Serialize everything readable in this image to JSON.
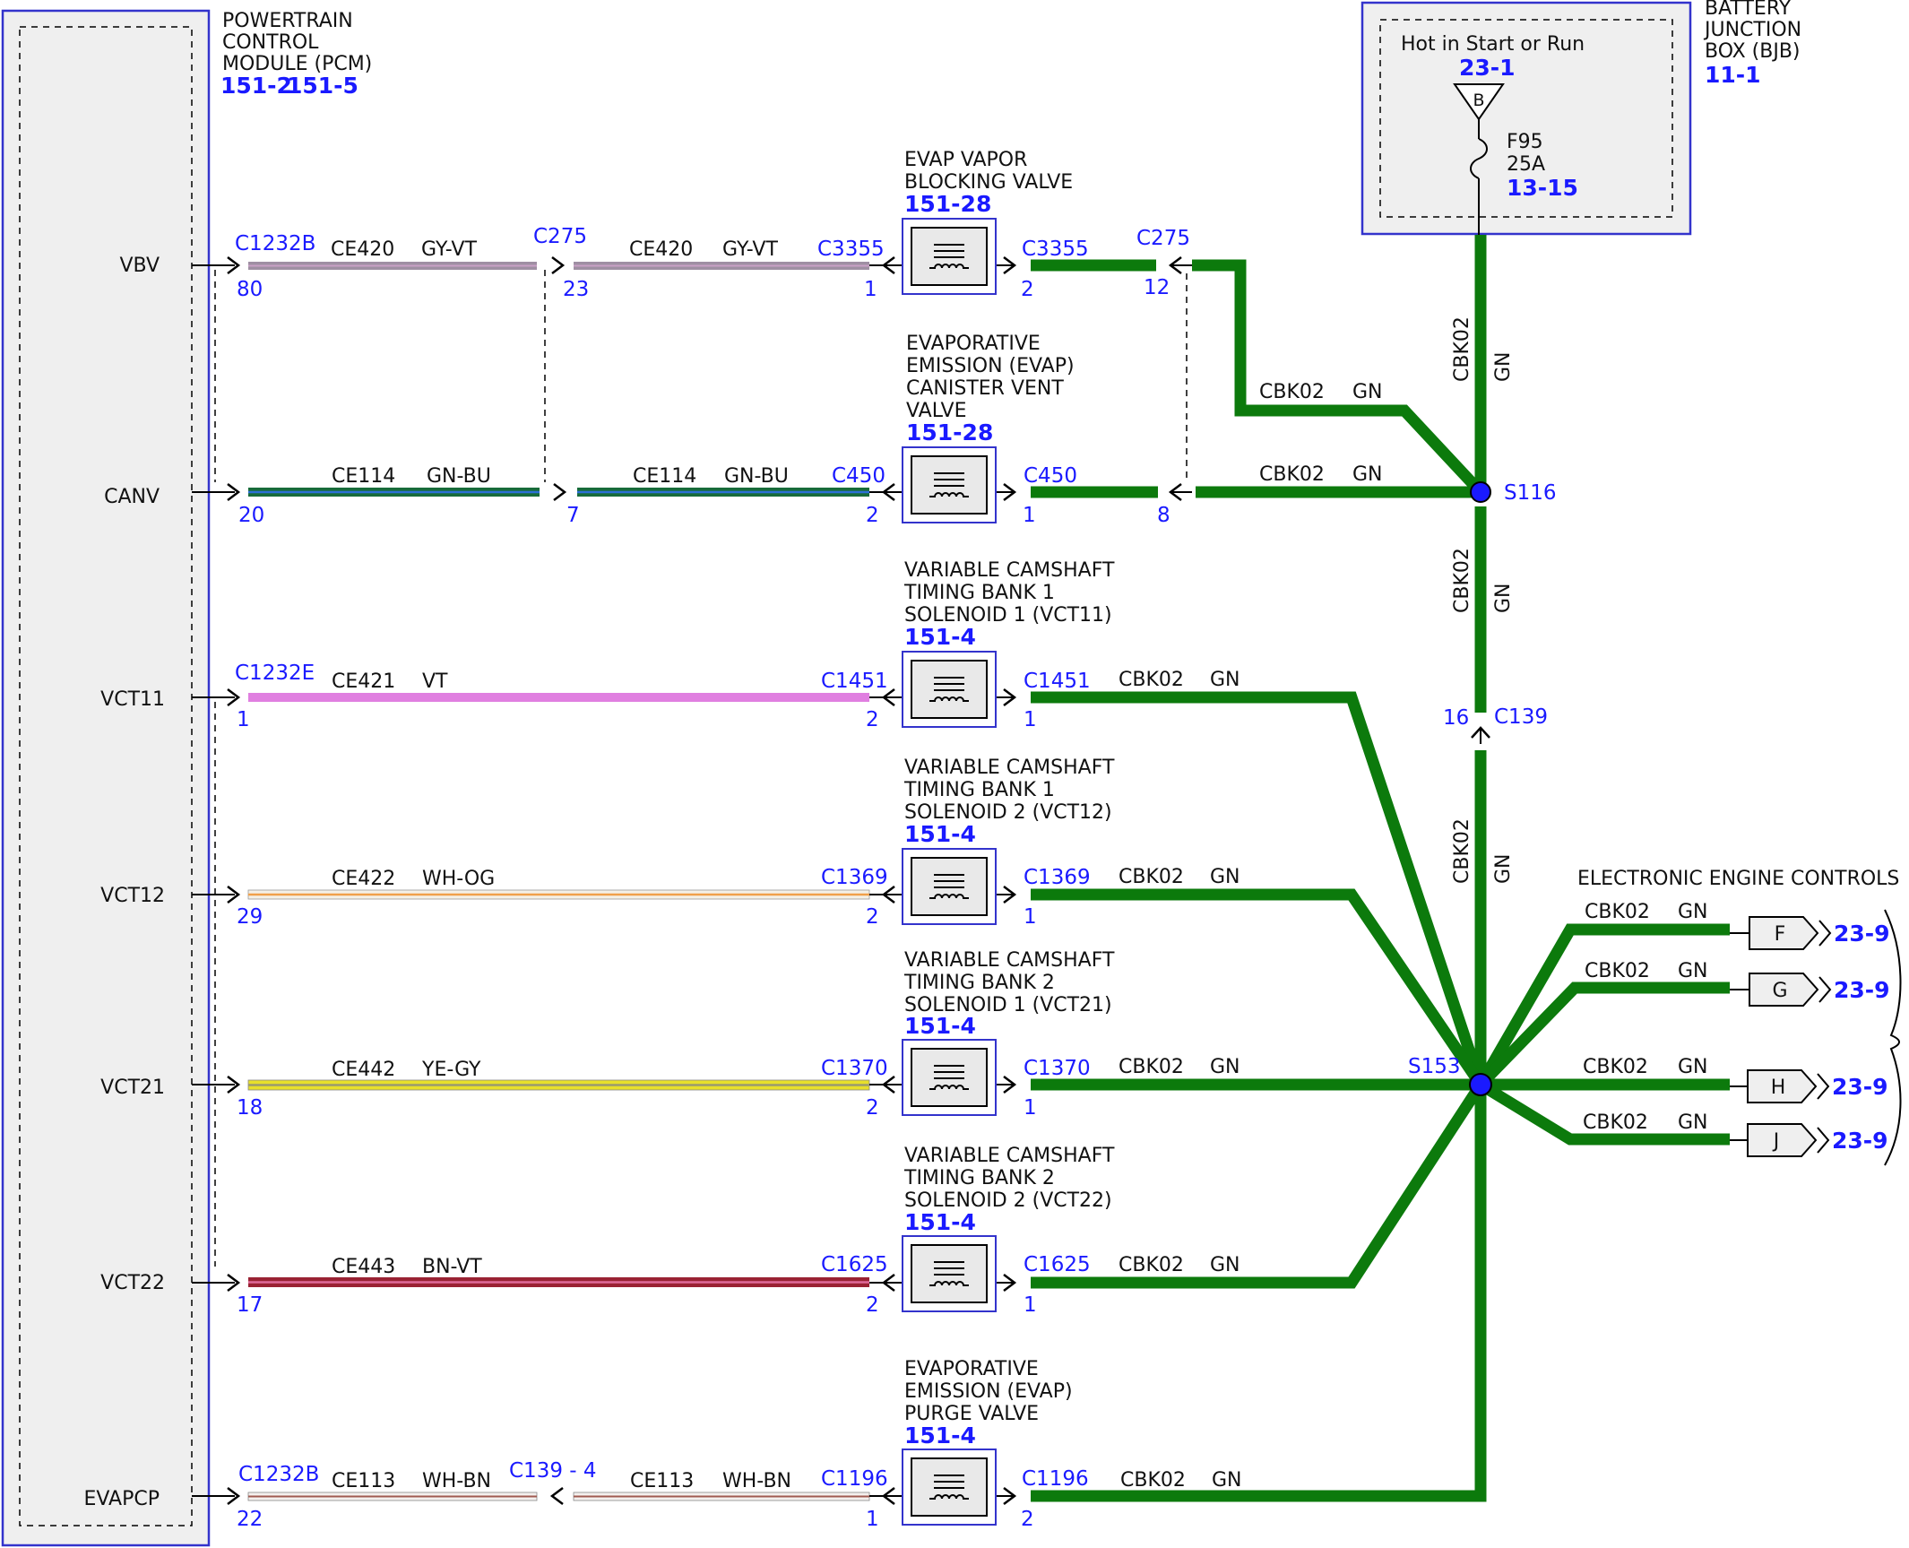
{
  "pcm": {
    "line1": "POWERTRAIN",
    "line2": "CONTROL",
    "line3": "MODULE (PCM)",
    "ref1": "151-2",
    "ref2": "151-5"
  },
  "bjb": {
    "line1": "BATTERY",
    "line2": "JUNCTION",
    "line3": "BOX (BJB)",
    "ref": "11-1",
    "hot_text": "Hot in Start or Run",
    "hot_ref": "23-1",
    "bus_letter": "B",
    "fuse_name": "F95",
    "fuse_rating": "25A",
    "fuse_ref": "13-15"
  },
  "pins": {
    "vbv": "VBV",
    "canv": "CANV",
    "vct11": "VCT11",
    "vct12": "VCT12",
    "vct21": "VCT21",
    "vct22": "VCT22",
    "evapcp": "EVAPCP"
  },
  "connectors": {
    "c1232b": "C1232B",
    "c1232e": "C1232E",
    "c275": "C275",
    "c3355": "C3355",
    "c450": "C450",
    "c1451": "C1451",
    "c1369": "C1369",
    "c1370": "C1370",
    "c1625": "C1625",
    "c1196": "C1196",
    "c139_4": "C139 - 4",
    "c139": "C139"
  },
  "pin_numbers": {
    "p80": "80",
    "p23": "23",
    "p1a": "1",
    "p2a": "2",
    "p12": "12",
    "p20": "20",
    "p7": "7",
    "p2b": "2",
    "p1b": "1",
    "p8": "8",
    "p1c": "1",
    "p2c": "2",
    "p1d": "1",
    "p29": "29",
    "p2d": "2",
    "p1e": "1",
    "p18": "18",
    "p2e": "2",
    "p1f": "1",
    "p17": "17",
    "p2f": "2",
    "p1g": "1",
    "p22": "22",
    "p1h": "1",
    "p2h": "2",
    "p16": "16"
  },
  "circuits": {
    "ce420": "CE420",
    "ce114": "CE114",
    "ce421": "CE421",
    "ce422": "CE422",
    "ce442": "CE442",
    "ce443": "CE443",
    "ce113": "CE113",
    "cbk02": "CBK02"
  },
  "wire_colors": {
    "gy_vt": "GY-VT",
    "gn_bu": "GN-BU",
    "vt": "VT",
    "wh_og": "WH-OG",
    "ye_gy": "YE-GY",
    "bn_vt": "BN-VT",
    "wh_bn": "WH-BN",
    "gn": "GN"
  },
  "components": {
    "vbv_valve": {
      "line1": "EVAP VAPOR",
      "line2": "BLOCKING VALVE",
      "ref": "151-28"
    },
    "canv_valve": {
      "line1": "EVAPORATIVE",
      "line2": "EMISSION (EVAP)",
      "line3": "CANISTER VENT",
      "line4": "VALVE",
      "ref": "151-28"
    },
    "vct11": {
      "line1": "VARIABLE CAMSHAFT",
      "line2": "TIMING BANK 1",
      "line3": "SOLENOID 1 (VCT11)",
      "ref": "151-4"
    },
    "vct12": {
      "line1": "VARIABLE CAMSHAFT",
      "line2": "TIMING BANK 1",
      "line3": "SOLENOID 2 (VCT12)",
      "ref": "151-4"
    },
    "vct21": {
      "line1": "VARIABLE CAMSHAFT",
      "line2": "TIMING BANK 2",
      "line3": "SOLENOID 1 (VCT21)",
      "ref": "151-4"
    },
    "vct22": {
      "line1": "VARIABLE CAMSHAFT",
      "line2": "TIMING BANK 2",
      "line3": "SOLENOID 2 (VCT22)",
      "ref": "151-4"
    },
    "purge": {
      "line1": "EVAPORATIVE",
      "line2": "EMISSION (EVAP)",
      "line3": "PURGE VALVE",
      "ref": "151-4"
    }
  },
  "splices": {
    "s116": "S116",
    "s153": "S153"
  },
  "eec": {
    "title": "ELECTRONIC ENGINE CONTROLS",
    "f": "F",
    "g": "G",
    "h": "H",
    "j": "J",
    "ref": "23-9"
  },
  "colors": {
    "gn": "#0c7a0c",
    "blue_text": "#1a1aff",
    "box_border": "#3333cc",
    "pcm_fill": "#efefef"
  }
}
